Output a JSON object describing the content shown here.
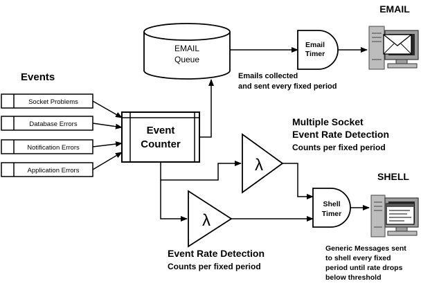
{
  "events": {
    "title": "Events",
    "items": [
      "Socket Problems",
      "Database Errors",
      "Notification Errors",
      "Application Errors"
    ]
  },
  "counter": {
    "line1": "Event",
    "line2": "Counter"
  },
  "queue": {
    "line1": "EMAIL",
    "line2": "Queue"
  },
  "email_timer": {
    "line1": "Email",
    "line2": "Timer"
  },
  "email_label": "EMAIL",
  "email_note": {
    "line1": "Emails collected",
    "line2": "and sent every fixed period"
  },
  "lambda_symbol": "λ",
  "multi_socket": {
    "line1": "Multiple Socket",
    "line2": "Event Rate Detection",
    "line3": "Counts per fixed period"
  },
  "rate_detection": {
    "line1": "Event Rate Detection",
    "line2": "Counts per fixed period"
  },
  "shell_label": "SHELL",
  "shell_timer": {
    "line1": "Shell",
    "line2": "Timer"
  },
  "shell_note": {
    "line1": "Generic Messages sent",
    "line2": "to shell every fixed",
    "line3": "period until rate drops",
    "line4": "below threshold"
  }
}
